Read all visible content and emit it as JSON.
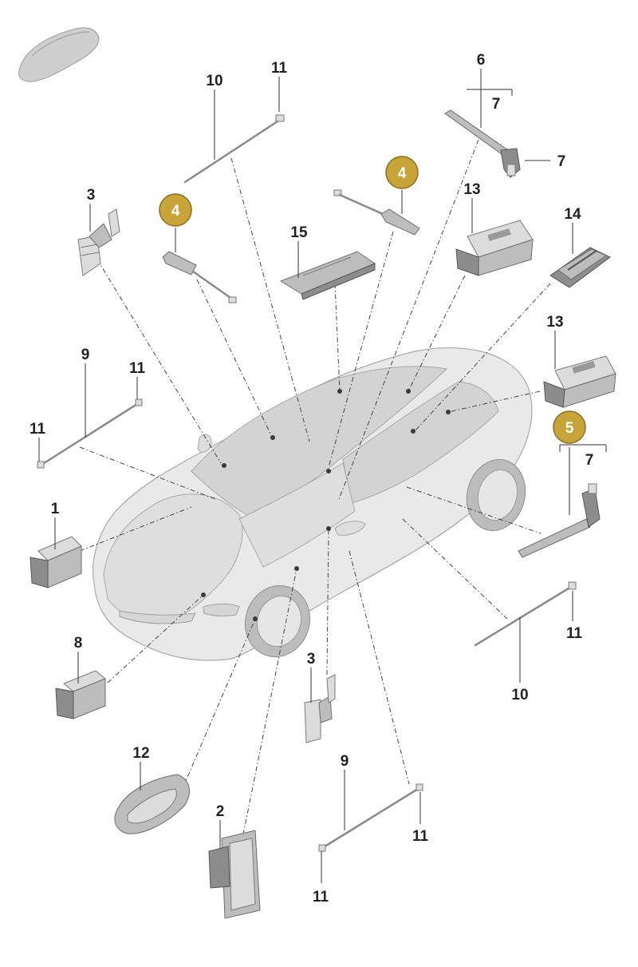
{
  "diagram": {
    "callouts": [
      {
        "id": "c10_top",
        "text": "10"
      },
      {
        "id": "c11_top",
        "text": "11"
      },
      {
        "id": "c6",
        "text": "6"
      },
      {
        "id": "c7_a",
        "text": "7"
      },
      {
        "id": "c7_b",
        "text": "7"
      },
      {
        "id": "c3_top",
        "text": "3"
      },
      {
        "id": "c13_top",
        "text": "13"
      },
      {
        "id": "c14",
        "text": "14"
      },
      {
        "id": "c15",
        "text": "15"
      },
      {
        "id": "c9_left",
        "text": "9"
      },
      {
        "id": "c11_left_a",
        "text": "11"
      },
      {
        "id": "c11_left_b",
        "text": "11"
      },
      {
        "id": "c13_mid",
        "text": "13"
      },
      {
        "id": "c7_right",
        "text": "7"
      },
      {
        "id": "c1",
        "text": "1"
      },
      {
        "id": "c11_right",
        "text": "11"
      },
      {
        "id": "c8",
        "text": "8"
      },
      {
        "id": "c3_bottom",
        "text": "3"
      },
      {
        "id": "c10_bottom",
        "text": "10"
      },
      {
        "id": "c12",
        "text": "12"
      },
      {
        "id": "c9_bottom",
        "text": "9"
      },
      {
        "id": "c2",
        "text": "2"
      },
      {
        "id": "c11_bottom_a",
        "text": "11"
      },
      {
        "id": "c11_bottom_b",
        "text": "11"
      }
    ],
    "badges": [
      {
        "id": "b4_left",
        "text": "4"
      },
      {
        "id": "b4_right",
        "text": "4"
      },
      {
        "id": "b5",
        "text": "5"
      }
    ],
    "colors": {
      "badge_fill": "#c8a53a",
      "badge_stroke": "#8a6f1e",
      "line": "#333333"
    }
  }
}
